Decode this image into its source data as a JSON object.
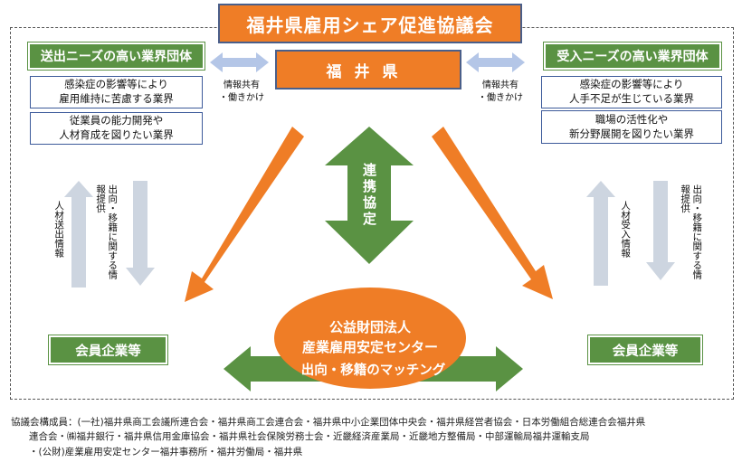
{
  "council_title": "福井県雇用シェア促進協議会",
  "prefecture": "福井県",
  "sending_side": {
    "header": "送出ニーズの高い業界団体",
    "needs": [
      {
        "line1": "感染症の影響等により",
        "line2": "雇用維持に苦慮する業界"
      },
      {
        "line1": "従業員の能力開発や",
        "line2": "人材育成を図りたい業界"
      }
    ],
    "info_label": {
      "line1": "情報共有",
      "line2": "・働きかけ"
    },
    "arrow_up_label": "人材送出情報",
    "arrow_down_label": "出向・移籍に関する情報提供",
    "member": "会員企業等"
  },
  "receiving_side": {
    "header": "受入ニーズの高い業界団体",
    "needs": [
      {
        "line1": "感染症の影響等により",
        "line2": "人手不足が生じている業界"
      },
      {
        "line1": "職場の活性化や",
        "line2": "新分野展開を図りたい業界"
      }
    ],
    "info_label": {
      "line1": "情報共有",
      "line2": "・働きかけ"
    },
    "arrow_up_label": "人材受入情報",
    "arrow_down_label": "出向・移籍に関する情報提供",
    "member": "会員企業等"
  },
  "cooperation_label": "連携協定",
  "center_org": {
    "line1": "公益財団法人",
    "line2": "産業雇用安定センター"
  },
  "matching_label": "出向・移籍のマッチング",
  "footer": {
    "line1": "協議会構成員：(一社)福井県商工会議所連合会・福井県商工会連合会・福井県中小企業団体中央会・福井県経営者協会・日本労働組合総連合会福井県",
    "line2": "連合会・㈱福井銀行・福井県信用金庫協会・福井県社会保険労務士会・近畿経済産業局・近畿地方整備局・中部運輸局福井運輸支局",
    "line3": "・(公財)産業雇用安定センター福井事務所・福井労働局・福井県"
  },
  "colors": {
    "orange": "#ef7d26",
    "green": "#5a9243",
    "gray_arrow": "#cdd5e0",
    "blue_arrow": "#b4c6e7",
    "navy": "#3c5a9a"
  }
}
